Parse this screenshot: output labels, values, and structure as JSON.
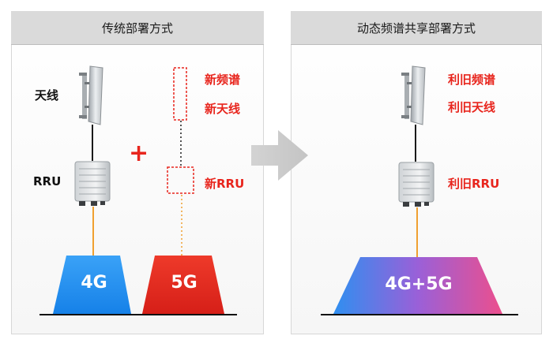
{
  "left_panel": {
    "title": "传统部署方式",
    "antenna_label": "天线",
    "rru_label": "RRU",
    "plus": "+",
    "new_spectrum": "新频谱",
    "new_antenna": "新天线",
    "new_rru": "新RRU",
    "block_4g": "4G",
    "block_5g": "5G",
    "colors": {
      "block_4g": "#1e8ff0",
      "block_5g": "#e2261e",
      "accent_red": "#e8251d"
    }
  },
  "right_panel": {
    "title": "动态频谱共享部署方式",
    "reuse_spectrum": "利旧频谱",
    "reuse_antenna": "利旧天线",
    "reuse_rru": "利旧RRU",
    "block_shared": "4G+5G",
    "colors": {
      "gradient_start": "#2f8ff0",
      "gradient_mid": "#9a60d8",
      "gradient_end": "#ec4f8d"
    }
  }
}
